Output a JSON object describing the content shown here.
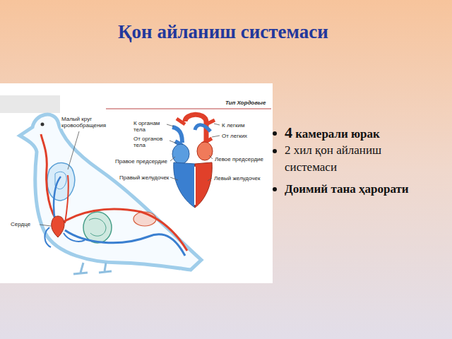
{
  "diagram": {
    "title": "Қон айланиш системаси",
    "labels": [
      "Тип Хордовые",
      "Малый круг кровообращения",
      "К органам тела",
      "От органов тела",
      "Правое предсердие",
      "Правый желудочек",
      "К легким",
      "От легких",
      "Левое предсердие",
      "Левый желудочек",
      "Сердце",
      "4 камерали юрак",
      "2 хил қон айланиш системаси",
      "Доимий тана ҳарорати"
    ]
  }
}
